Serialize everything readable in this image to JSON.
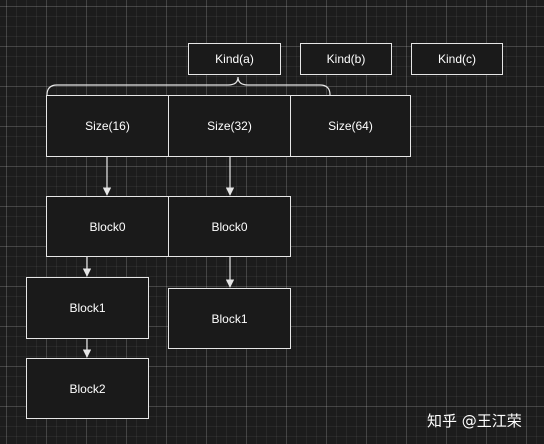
{
  "kinds": [
    "Kind(a)",
    "Kind(b)",
    "Kind(c)"
  ],
  "sizes": [
    "Size(16)",
    "Size(32)",
    "Size(64)"
  ],
  "blocks_size16": [
    "Block0",
    "Block1",
    "Block2"
  ],
  "blocks_size32": [
    "Block0",
    "Block1"
  ],
  "watermark": "知乎 @王江荣",
  "colors": {
    "background": "#1c1c1c",
    "box_fill": "#1a1a1a",
    "stroke": "#e6e6e6",
    "text": "#ffffff"
  }
}
